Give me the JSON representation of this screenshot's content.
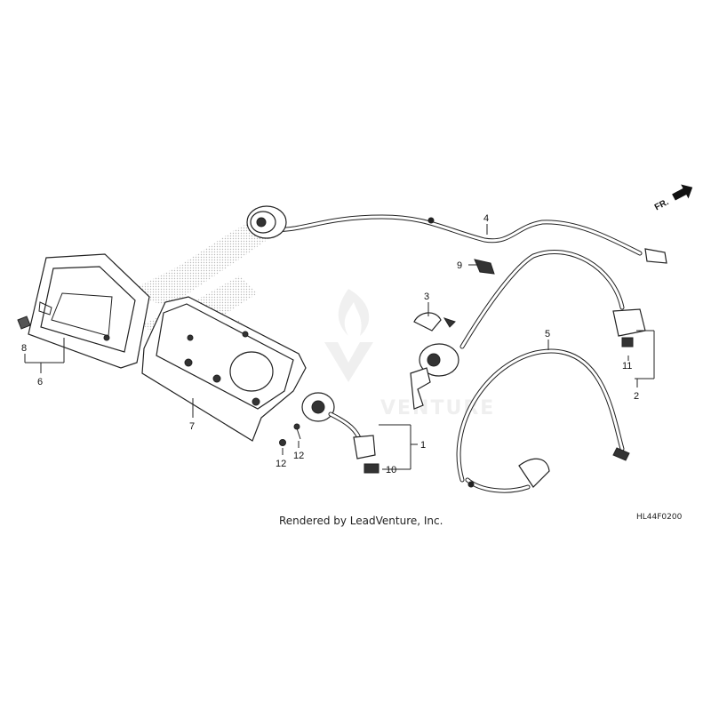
{
  "callouts": {
    "c1": "1",
    "c2": "2",
    "c3": "3",
    "c4": "4",
    "c5": "5",
    "c6": "6",
    "c7": "7",
    "c8": "8",
    "c9": "9",
    "c10": "10",
    "c11": "11",
    "c12a": "12",
    "c12b": "12"
  },
  "caption": "Rendered by LeadVenture, Inc.",
  "diagram_code": "HL44F0200",
  "direction_label": "FR.",
  "watermark_text": "VENTURE",
  "icons": [
    "front-arrow-icon",
    "leadventure-logo",
    "honda-wing-logo"
  ]
}
